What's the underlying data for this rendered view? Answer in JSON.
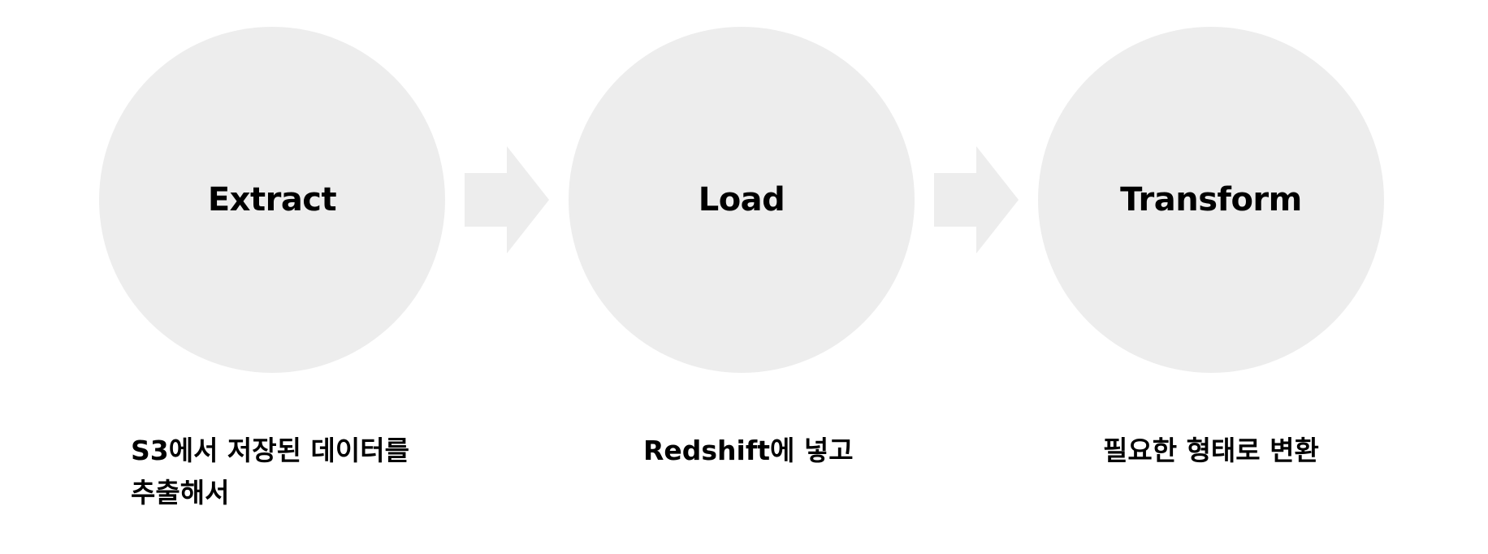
{
  "steps": [
    {
      "label": "Extract",
      "description_line1": "S3에서 저장된 데이터를",
      "description_line2": "추출해서"
    },
    {
      "label": "Load",
      "description_line1": "Redshift에 넣고"
    },
    {
      "label": "Transform",
      "description_line1": "필요한 형태로 변환"
    }
  ],
  "colors": {
    "circle_fill": "#ededed",
    "arrow_fill": "#ededed",
    "text": "#000000",
    "background": "#ffffff"
  }
}
